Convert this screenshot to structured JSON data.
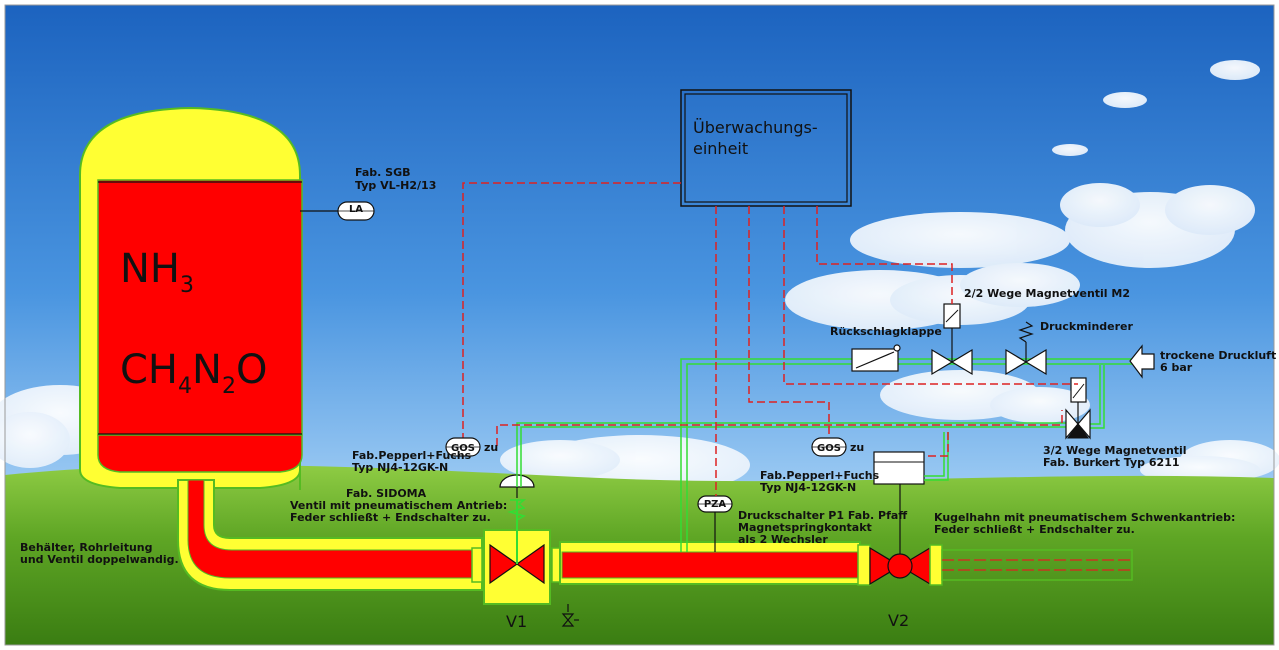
{
  "tank": {
    "formula_1_main": "NH",
    "formula_1_sub": "3",
    "formula_2_a": "CH",
    "formula_2_sub_a": "4",
    "formula_2_b": "N",
    "formula_2_sub_b": "2",
    "formula_2_c": "O",
    "note_line1": "Behälter, Rohrleitung",
    "note_line2": "und Ventil doppelwandig."
  },
  "level_sensor": {
    "tag": "LA",
    "maker": "Fab. SGB",
    "type": "Typ VL-H2/13"
  },
  "monitor": {
    "line1": "Überwachungs-",
    "line2": "einheit"
  },
  "valve_v1": {
    "name": "V1",
    "maker": "Fab. SIDOMA",
    "line2": "Ventil mit pneumatischem Antrieb:",
    "line3": "Feder schließt + Endschalter zu."
  },
  "sensor_gos_1": {
    "tag": "GOS",
    "state": "zu",
    "maker": "Fab.Pepperl+Fuchs",
    "type": "Typ NJ4-12GK-N"
  },
  "sensor_gos_2": {
    "tag": "GOS",
    "state": "zu",
    "maker": "Fab.Pepperl+Fuchs",
    "type": "Typ NJ4-12GK-N"
  },
  "pressure_switch": {
    "tag": "PZA",
    "line1": "Druckschalter P1 Fab. Pfaff",
    "line2": "Magnetspringkontakt",
    "line3": "als 2 Wechsler"
  },
  "valve_v2": {
    "name": "V2",
    "line1": "Kugelhahn mit pneumatischem Schwenkantrieb:",
    "line2": "Feder schließt + Endschalter zu."
  },
  "air_line": {
    "solenoid_m2": "2/2 Wege Magnetventil M2",
    "check_valve": "Rückschlagklappe",
    "reducer": "Druckminderer",
    "supply_line1": "trockene Druckluft",
    "supply_line2": "6 bar",
    "valve_32_line1": "3/2 Wege Magnetventil",
    "valve_32_line2": "Fab. Burkert Typ 6211"
  },
  "colors": {
    "fluid": "#ff0000",
    "jacket": "#ffff33",
    "jacket_edge": "#66cc22",
    "air_line": "#33dd33",
    "signal": "#dd2222",
    "sky_top": "#1f6fc8",
    "sky_bottom": "#d6ecff",
    "grass_top": "#7cc23a",
    "grass_bottom": "#3b7f12"
  }
}
